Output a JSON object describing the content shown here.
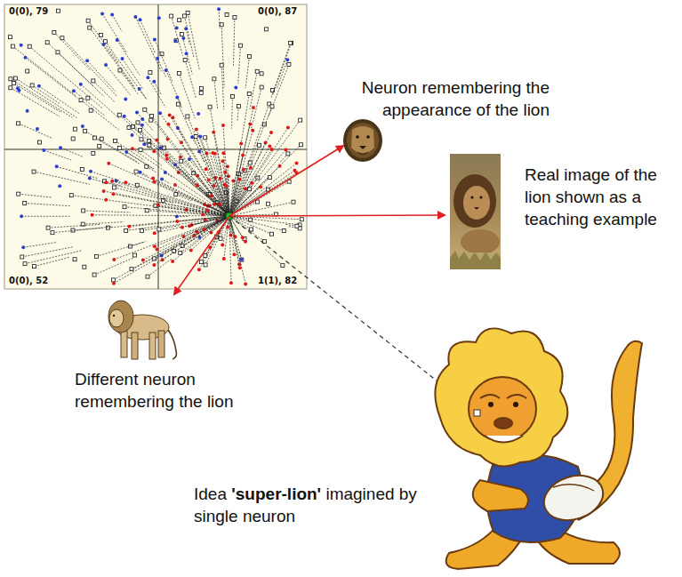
{
  "diagram": {
    "labels": [
      "0(0), 79",
      "0(0), 87",
      "0(0), 52",
      "1(1), 82",
      "Neuron remembering the appearance of the lion",
      "Real image of the lion shown as a teaching example",
      "Different neuron remembering the lion",
      "Idea 'super-lion' imagined by single neuron"
    ]
  }
}
